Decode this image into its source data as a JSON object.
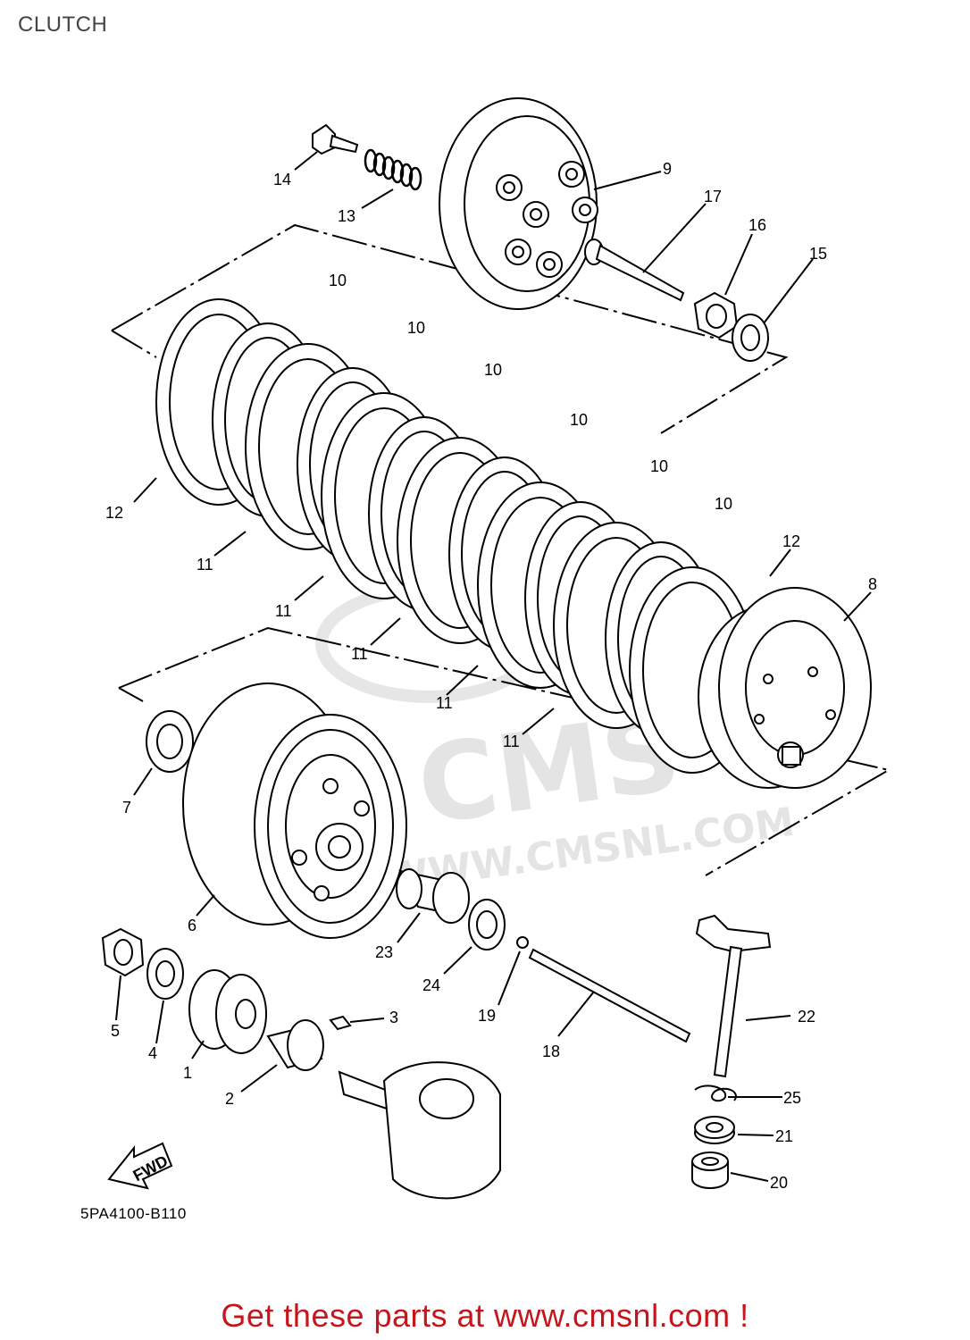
{
  "title": "CLUTCH",
  "drawing_code": "5PA4100-B110",
  "direction_label": "FWD",
  "watermark": {
    "logo_text": "CMS",
    "url_text": "WWW.CMSNL.COM",
    "color": "#e2e2e2"
  },
  "footer": {
    "text": "Get these parts at www.cmsnl.com !",
    "color": "#c4161c"
  },
  "callouts": [
    {
      "id": "p1",
      "label": "1"
    },
    {
      "id": "p2",
      "label": "2"
    },
    {
      "id": "p3",
      "label": "3"
    },
    {
      "id": "p4",
      "label": "4"
    },
    {
      "id": "p5",
      "label": "5"
    },
    {
      "id": "p6",
      "label": "6"
    },
    {
      "id": "p7",
      "label": "7"
    },
    {
      "id": "p8",
      "label": "8"
    },
    {
      "id": "p9",
      "label": "9"
    },
    {
      "id": "p10a",
      "label": "10"
    },
    {
      "id": "p10b",
      "label": "10"
    },
    {
      "id": "p10c",
      "label": "10"
    },
    {
      "id": "p10d",
      "label": "10"
    },
    {
      "id": "p10e",
      "label": "10"
    },
    {
      "id": "p10f",
      "label": "10"
    },
    {
      "id": "p11a",
      "label": "11"
    },
    {
      "id": "p11b",
      "label": "11"
    },
    {
      "id": "p11c",
      "label": "11"
    },
    {
      "id": "p11d",
      "label": "11"
    },
    {
      "id": "p11e",
      "label": "11"
    },
    {
      "id": "p12a",
      "label": "12"
    },
    {
      "id": "p12b",
      "label": "12"
    },
    {
      "id": "p13",
      "label": "13"
    },
    {
      "id": "p14",
      "label": "14"
    },
    {
      "id": "p15",
      "label": "15"
    },
    {
      "id": "p16",
      "label": "16"
    },
    {
      "id": "p17",
      "label": "17"
    },
    {
      "id": "p18",
      "label": "18"
    },
    {
      "id": "p19",
      "label": "19"
    },
    {
      "id": "p20",
      "label": "20"
    },
    {
      "id": "p21",
      "label": "21"
    },
    {
      "id": "p22",
      "label": "22"
    },
    {
      "id": "p23",
      "label": "23"
    },
    {
      "id": "p24",
      "label": "24"
    },
    {
      "id": "p25",
      "label": "25"
    }
  ]
}
